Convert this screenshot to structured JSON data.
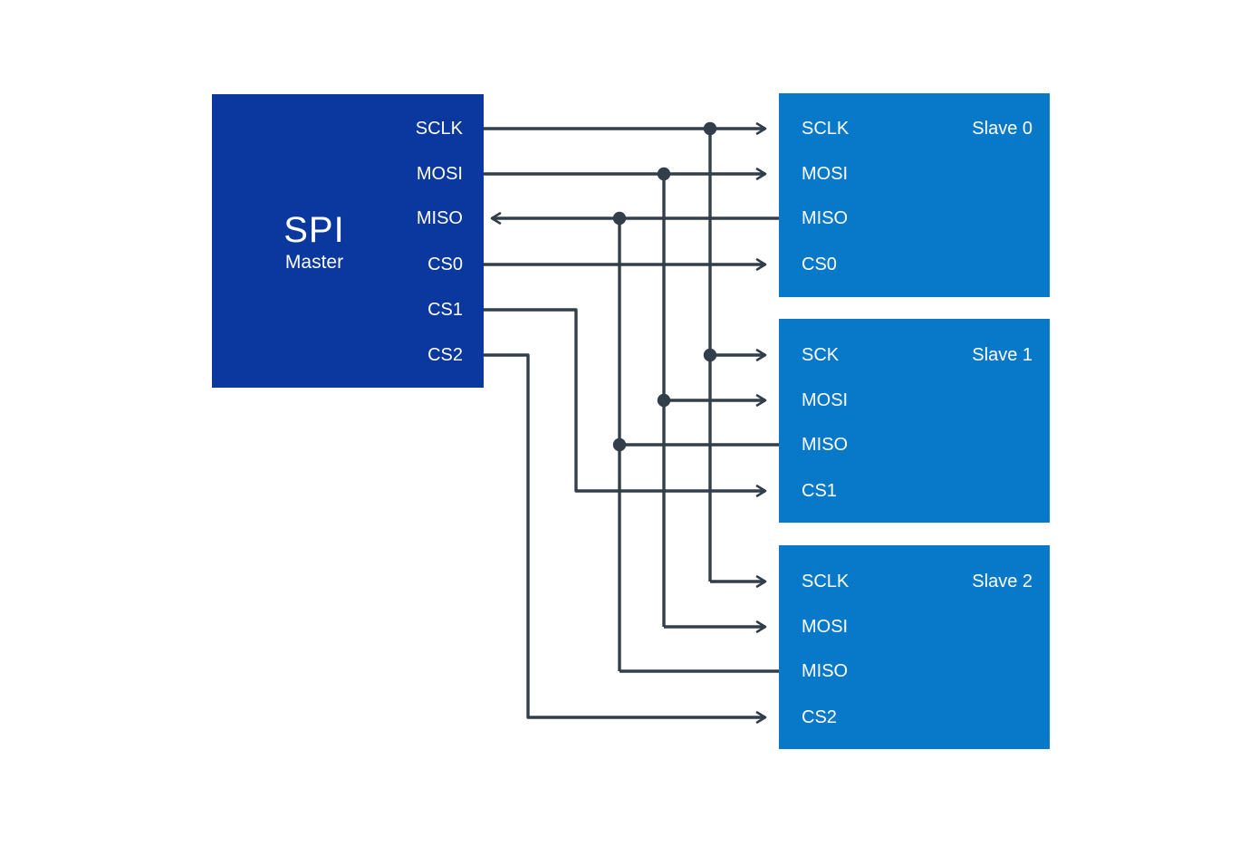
{
  "diagram": {
    "title_hidden": "SPI master with three slaves wiring diagram",
    "colors": {
      "background": "#ffffff",
      "master_fill": "#0a389e",
      "slave_fill": "#0878c8",
      "wire": "#333e4b",
      "label_text": "#ffffff"
    },
    "master": {
      "title": "SPI",
      "subtitle": "Master",
      "pins": [
        "SCLK",
        "MOSI",
        "MISO",
        "CS0",
        "CS1",
        "CS2"
      ]
    },
    "slaves": [
      {
        "title": "Slave 0",
        "pins": [
          "SCLK",
          "MOSI",
          "MISO",
          "CS0"
        ]
      },
      {
        "title": "Slave 1",
        "pins": [
          "SCK",
          "MOSI",
          "MISO",
          "CS1"
        ]
      },
      {
        "title": "Slave 2",
        "pins": [
          "SCLK",
          "MOSI",
          "MISO",
          "CS2"
        ]
      }
    ]
  }
}
